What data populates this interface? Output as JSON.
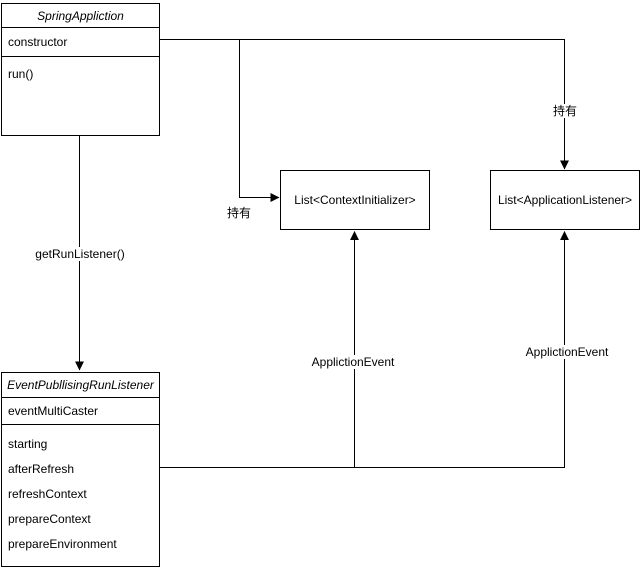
{
  "nodes": {
    "springAppliction": {
      "title": "SpringAppliction",
      "field": "constructor",
      "method": "run()"
    },
    "eventPubllisingRunListener": {
      "title": "EventPubllisingRunListener",
      "field": "eventMultiCaster",
      "methods": [
        "starting",
        "afterRefresh",
        "refreshContext",
        "prepareContext",
        "prepareEnvironment"
      ]
    },
    "contextInitializerList": {
      "label": "List<ContextInitializer>"
    },
    "applicationListenerList": {
      "label": "List<ApplicationListener>"
    }
  },
  "edge_labels": {
    "holds_context_initializer": "持有",
    "holds_application_listener": "持有",
    "get_run_listener": "getRunListener()",
    "appliction_event_to_context_initializer": "ApplictionEvent",
    "appliction_event_to_application_listener": "ApplictionEvent"
  },
  "colors": {
    "line": "#000000",
    "text": "#000000",
    "node_fill": "#ffffff",
    "background": "#ffffff"
  }
}
